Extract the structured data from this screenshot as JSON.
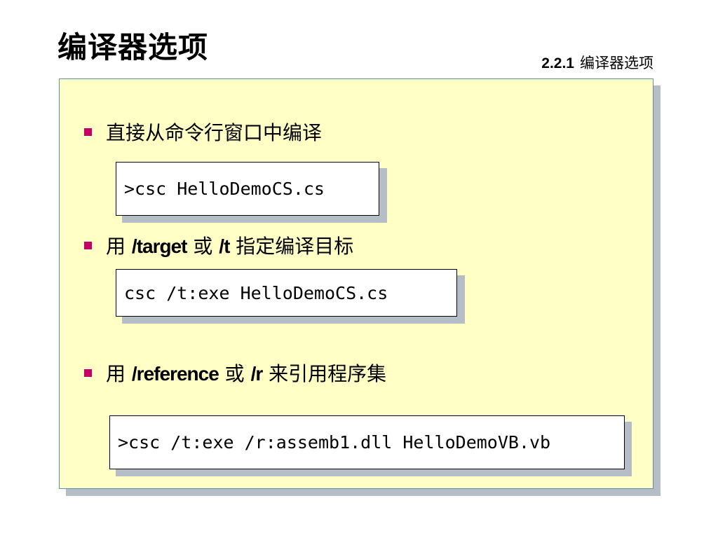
{
  "slide": {
    "title": "编译器选项",
    "section_number": "2.2.1",
    "section_title": "编译器选项"
  },
  "bullets": [
    {
      "text": "直接从命令行窗口中编译"
    },
    {
      "prefix": "用 ",
      "option": "/target",
      "middle": " 或 ",
      "option2": "/t",
      "suffix": " 指定编译目标"
    },
    {
      "prefix": "用 ",
      "option": "/reference",
      "middle": " 或 ",
      "option2": "/r",
      "suffix": " 来引用程序集"
    }
  ],
  "code_samples": [
    ">csc HelloDemoCS.cs",
    "csc /t:exe HelloDemoCS.cs",
    ">csc /t:exe /r:assemb1.dll HelloDemoVB.vb"
  ],
  "colors": {
    "panel_background": "#ffffc6",
    "bullet_marker": "#c40068",
    "panel_border": "#5e8ea8"
  }
}
